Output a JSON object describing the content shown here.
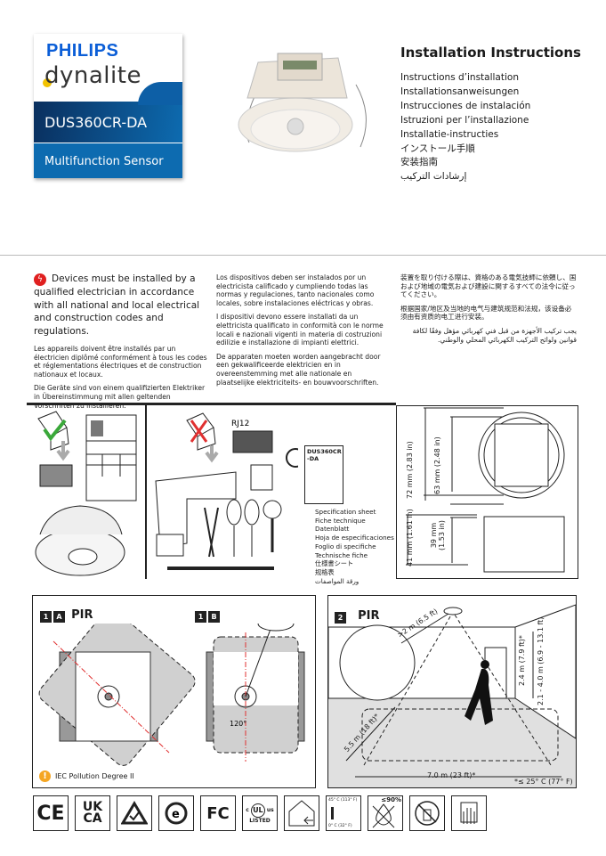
{
  "brand": {
    "company": "PHILIPS",
    "product_line": "dynalite",
    "model": "DUS360CR-DA",
    "subtitle": "Multifunction Sensor"
  },
  "header": {
    "title": "Installation Instructions",
    "translations": [
      "Instructions d’installation",
      "Installationsanweisungen",
      "Instrucciones de instalación",
      "Istruzioni per l’installazione",
      "Installatie-instructies",
      "インストール手順",
      "安装指南",
      "إرشادات التركيب"
    ]
  },
  "warning": {
    "icon": "electric-hazard-icon",
    "accent": "#e02020",
    "en": "Devices must be installed by a qualified electrician in accordance with all national and local electrical and construction codes and regulations.",
    "fr": "Les appareils doivent être installés par un électricien diplômé conformément à tous les codes et réglementations électriques et de construction nationaux et locaux.",
    "de": "Die Geräte sind von einem qualifizierten Elektriker in Übereinstimmung mit allen geltenden Vorschriften zu installieren.",
    "es": "Los dispositivos deben ser instalados por un electricista calificado y cumpliendo todas las normas y regulaciones, tanto nacionales como locales, sobre instalaciones eléctricas y obras.",
    "it": "I dispositivi devono essere installati da un elettricista qualificato in conformità con le norme locali e nazionali vigenti in materia di costruzioni edilizie e installazione di impianti elettrici.",
    "nl": "De apparaten moeten worden aangebracht door een gekwalificeerde elektricien en in overeenstemming met alle nationale en plaatselijke elektriciteits- en bouwvoorschriften.",
    "ja": "装置を取り付ける際は、資格のある電気技師に依頼し、国および地域の電気および建設に関するすべての法令に従ってください。",
    "zh": "根据国家/地区及当地的电气与建筑规范和法规，该设备必须由有资质的电工进行安装。",
    "ar": "يجب تركيب الأجهزة من قبل فني كهربائي مؤهل وفقًا لكافة قوانين ولوائح التركيب الكهربائي المحلي والوطني."
  },
  "contents": {
    "rj12_label": "RJ12",
    "spec_doc_title": "DUS360CR -DA",
    "spec_sheet_labels": [
      "Specification sheet",
      "Fiche technique",
      "Datenblatt",
      "Hoja de especificaciones",
      "Foglio di specifiche",
      "Technische fiche",
      "仕様書シート",
      "规格表",
      "ورقة المواصفات"
    ]
  },
  "dimensions": {
    "outer_diameter": "72 mm (2.83 in)",
    "inner_diameter": "63 mm (2.48 in)",
    "total_height": "41 mm (1.61 in)",
    "body_height": "39 mm (1.53 in)"
  },
  "section1": {
    "step": "1",
    "a_label": "A",
    "b_label": "B",
    "title": "PIR",
    "angle": "120°",
    "pollution": "IEC Pollution Degree II"
  },
  "section2": {
    "step": "2",
    "title": "PIR",
    "clearance": ">2 m (6.5 ft)",
    "mount_height": "2.4 m (7.9 ft)*",
    "height_range": "2.1 - 4.0 m (6.9 - 13.1 ft)",
    "depth": "5.5 m (18 ft)*",
    "width": "7.0 m (23 ft)*",
    "footnote": "*≤ 25° C (77° F)"
  },
  "certifications": {
    "ce": "CE",
    "ukca": "UK CA",
    "ul_c": "c",
    "ul_us": "us",
    "ul_listed": "LISTED",
    "ul": "UL",
    "temp_max": "45° C (113° F)",
    "temp_min": "0° C (32° F)",
    "humidity": "≤90%",
    "fcc": "FC"
  }
}
